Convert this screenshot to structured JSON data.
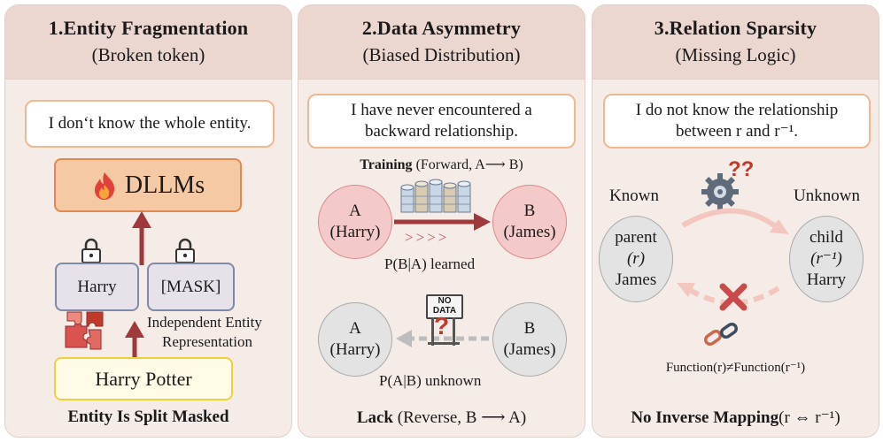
{
  "panels": [
    {
      "title": "1.Entity Fragmentation",
      "subtitle": "(Broken token)",
      "bubble": "I don‘t know the whole entity.",
      "dllm_label": "DLLMs",
      "token_harry": "Harry",
      "token_mask": "[MASK]",
      "side_note_line1": "Independent Entity",
      "side_note_line2": "Representation",
      "input_label": "Harry Potter",
      "footer": "Entity Is Split Masked"
    },
    {
      "title": "2.Data Asymmetry",
      "subtitle": "(Biased Distribution)",
      "bubble_line1": "I have never encountered a",
      "bubble_line2": "backward relationship.",
      "training_bold": "Training",
      "training_rest": " (Forward, A⟶ B)",
      "node_a_letter": "A",
      "node_a_name": "(Harry)",
      "node_b_letter": "B",
      "node_b_name": "(James)",
      "arrow_marks": ">>>>",
      "learned_label": "P(B|A) learned",
      "sign_text_line1": "NO",
      "sign_text_line2": "DATA",
      "sign_question": "?",
      "unknown_label": "P(A|B) unknown",
      "footer_bold": "Lack",
      "footer_rest": " (Reverse, B ⟶ A)"
    },
    {
      "title": "3.Relation Sparsity",
      "subtitle": "(Missing Logic)",
      "bubble_line1": "I do not know the relationship",
      "bubble_line2": "between r and r⁻¹.",
      "known_label": "Known",
      "unknown_label": "Unknown",
      "gear_question": "??",
      "left_node_line1": "parent",
      "left_node_line2": "(r)",
      "left_node_line3": "James",
      "right_node_line1": "child",
      "right_node_line2": "(r⁻¹)",
      "right_node_line3": "Harry",
      "function_label": "Function(r)≠Function(r⁻¹)",
      "footer_bold": "No Inverse Mapping",
      "footer_rest": "(r ⇔ r⁻¹)"
    }
  ],
  "colors": {
    "panel_bg": "#f5ece8",
    "header_bg": "#ecd6d0",
    "bubble_border": "#f0b88f",
    "dark_red_arrow": "#a0393c",
    "pink_node": "#f3c9c9",
    "gray_node": "#e3e3e3"
  },
  "icons": [
    "fire-icon",
    "lock-icon",
    "puzzle-icon",
    "database-icon",
    "no-data-sign-icon",
    "gear-icon",
    "broken-chain-icon",
    "cross-icon"
  ]
}
